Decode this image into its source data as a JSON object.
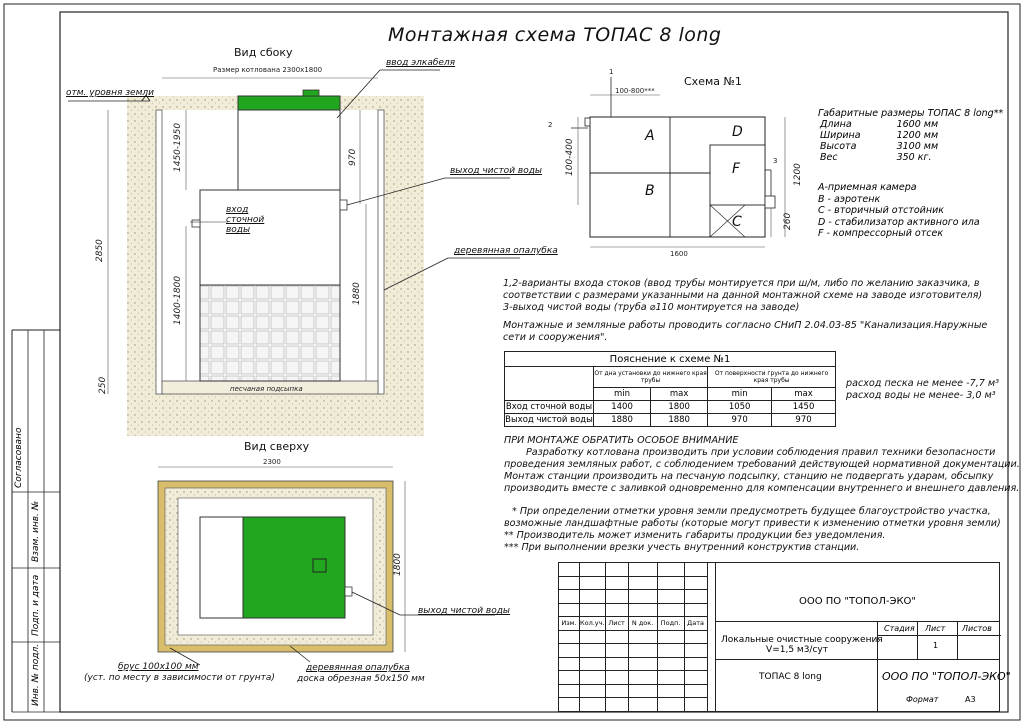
{
  "title": "Монтажная схема ТОПАС 8 long",
  "side_view": {
    "heading": "Вид сбоку",
    "pit_size": "Размер котлована 2300x1800",
    "ground_level": "отм. уровня земли",
    "cable_entry": "ввод элкабеля",
    "clean_water_out": "выход чистой воды",
    "sewage_in": "вход сточной воды",
    "formwork": "деревянная опалубка",
    "sand_bed": "песчаная подсыпка",
    "dim_2850": "2850",
    "dim_1450_1950": "1450-1950",
    "dim_1400_1800": "1400-1800",
    "dim_970": "970",
    "dim_1880": "1880",
    "dim_250": "250"
  },
  "top_view": {
    "heading": "Вид сверху",
    "dim_2300": "2300",
    "dim_1800": "1800",
    "clean_water_out": "выход чистой воды",
    "beam_1": "брус 100x100 мм",
    "beam_2": "(уст. по месту в зависимости от грунта)",
    "formwork_1": "деревянная опалубка",
    "formwork_2": "доска обрезная 50x150 мм"
  },
  "scheme1": {
    "heading": "Схема №1",
    "n1": "1",
    "n2": "2",
    "n3": "3",
    "dim_top": "100-800***",
    "dim_left": "100-400",
    "dim_1600": "1600",
    "dim_1200": "1200",
    "dim_260": "260",
    "A": "A",
    "B": "B",
    "C": "C",
    "D": "D",
    "F": "F"
  },
  "dimensions": {
    "heading": "Габаритные размеры ТОПАС 8 long**",
    "rows": [
      {
        "k": "Длина",
        "v": "1600 мм"
      },
      {
        "k": "Ширина",
        "v": "1200 мм"
      },
      {
        "k": "Высота",
        "v": "3100 мм"
      },
      {
        "k": "Вес",
        "v": "350 кг."
      }
    ]
  },
  "legend": [
    "А-приемная камера",
    "В - аэротенк",
    "С - вторичный отстойник",
    "D - стабилизатор активного  ила",
    "F  - компрессорный отсек"
  ],
  "notes": {
    "l1": "1,2-варианты входа  стоков (ввод трубы монтируется при ш/м, либо по желанию заказчика, в",
    "l2": "соответствии с размерами указанными на данной монтажной схеме на заводе изготовителя)",
    "l3": "3-выход чистой воды (труба ⌀110 монтируется на заводе)",
    "l4": "Монтажные и земляные работы проводить согласно СНиП 2.04.03-85 \"Канализация.Наружные",
    "l5": "сети и сооружения\"."
  },
  "table": {
    "title": "Пояснение к схеме №1",
    "h1": "От дна установки до нижнего края трубы",
    "h2": "От поверхности грунта до нижнего края трубы",
    "min": "min",
    "max": "max",
    "r1": {
      "label": "Вход сточной воды",
      "a": "1400",
      "b": "1800",
      "c": "1050",
      "d": "1450"
    },
    "r2": {
      "label": "Выход чистой воды",
      "a": "1880",
      "b": "1880",
      "c": "970",
      "d": "970"
    }
  },
  "consumption": {
    "sand": "расход песка не менее -7,7 м³",
    "water": "расход воды не менее- 3,0 м³"
  },
  "attention": {
    "heading": "ПРИ МОНТАЖЕ ОБРАТИТЬ ОСОБОЕ ВНИМАНИЕ",
    "p1": "Разработку котлована производить при условии соблюдения правил техники безопасности",
    "p2": "проведения земляных работ, с соблюдением требований действующей нормативной документации.",
    "p3": "Монтаж станции производить на песчаную подсыпку, станцию не подвергать ударам, обсыпку",
    "p4": "производить вместе с заливкой одновременно для компенсации внутреннего и внешнего давления.",
    "f1": "* При определении отметки уровня земли предусмотреть будущее благоустройство участка,",
    "f2": "возможные ландшафтные работы (которые могут привести к изменению отметки уровня земли)",
    "f3": "** Производитель может изменить габариты продукции без уведомления.",
    "f4": "*** При выполнении врезки учесть внутренний конструктив станции."
  },
  "stamp": {
    "col_izm": "Изм.",
    "col_kol": "Кол.уч.",
    "col_list": "Лист",
    "col_ndok": "N док.",
    "col_podp": "Подп.",
    "col_data": "Дата",
    "org": "ООО ПО \"ТОПОЛ-ЭКО\"",
    "stage": "Стадия",
    "sheet": "Лист",
    "sheets": "Листов",
    "sheet_no": "1",
    "desc1": "Локальные очистные сооружения",
    "desc2": "V=1,5 м3/сут",
    "product": "ТОПАС 8 long",
    "org2": "ООО ПО \"ТОПОЛ-ЭКО\"",
    "format_label": "Формат",
    "format": "А3"
  },
  "side_strip": {
    "agreed": "Согласовано",
    "inv_vzam": "Взам. инв. №",
    "sign_date": "Подп. и дата",
    "inv_orig": "Инв. № подл."
  },
  "colors": {
    "tank": "#22a61f",
    "sand": "#efe9d2",
    "beam": "#d8bd6a"
  }
}
